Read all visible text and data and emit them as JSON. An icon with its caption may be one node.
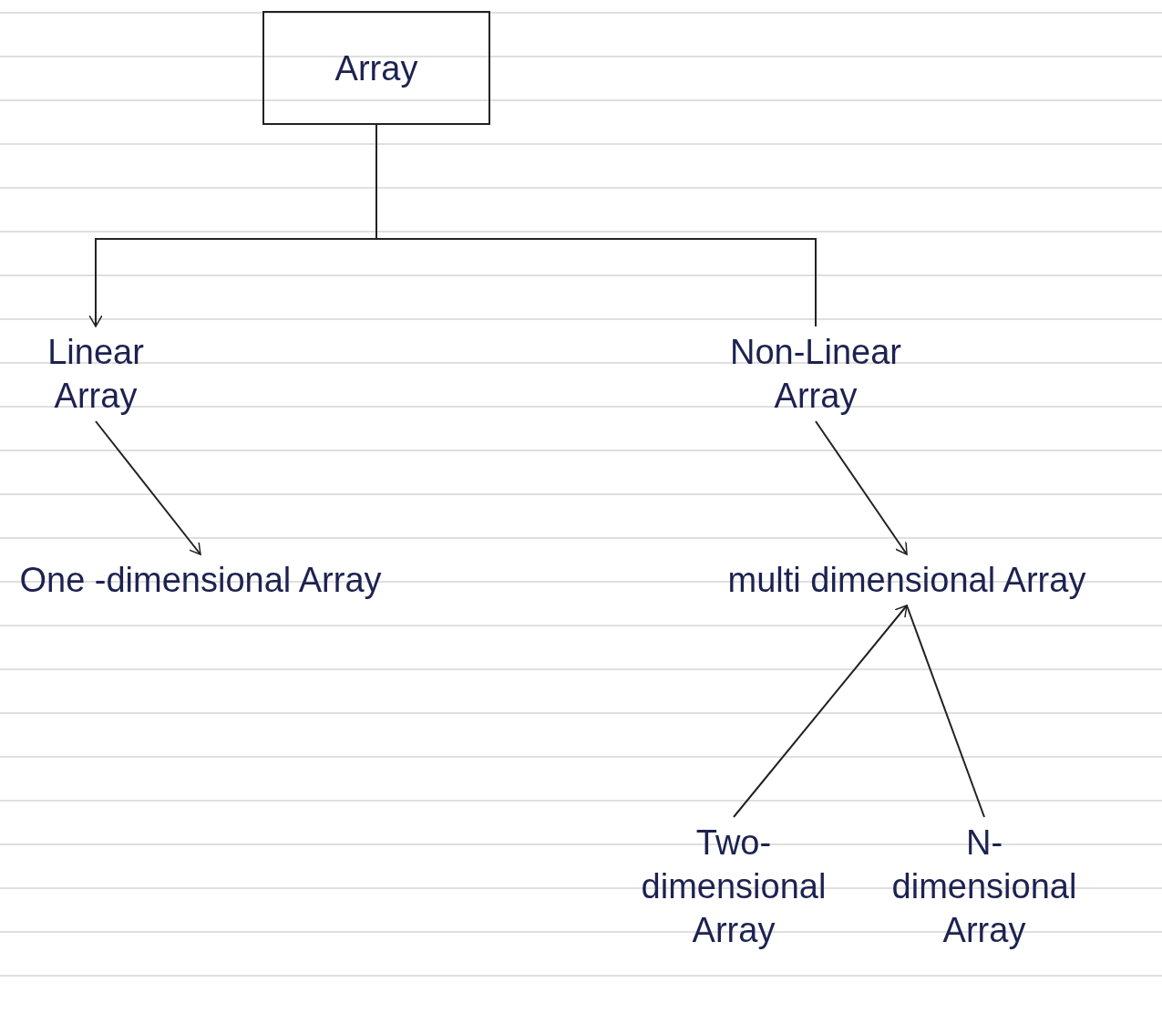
{
  "diagram": {
    "nodes": [
      {
        "text": [
          "Array"
        ]
      },
      {
        "text": [
          "Linear Array"
        ]
      },
      {
        "text": [
          "Non-Linear Array"
        ]
      },
      {
        "text": [
          "One -dimensional Array"
        ]
      },
      {
        "text": [
          "multi dimensional Array"
        ]
      },
      {
        "text": [
          "Two- dimensional Array"
        ]
      },
      {
        "text": [
          "N- dimensional Array"
        ]
      }
    ],
    "edges": [
      {
        "from": 0,
        "to": 1,
        "arrow": "to"
      },
      {
        "from": 0,
        "to": 2,
        "arrow": "none"
      },
      {
        "from": 1,
        "to": 3,
        "arrow": "to"
      },
      {
        "from": 2,
        "to": 4,
        "arrow": "to"
      },
      {
        "from": 5,
        "to": 4,
        "arrow": "to"
      },
      {
        "from": 4,
        "to": 6,
        "arrow": "none"
      }
    ]
  }
}
